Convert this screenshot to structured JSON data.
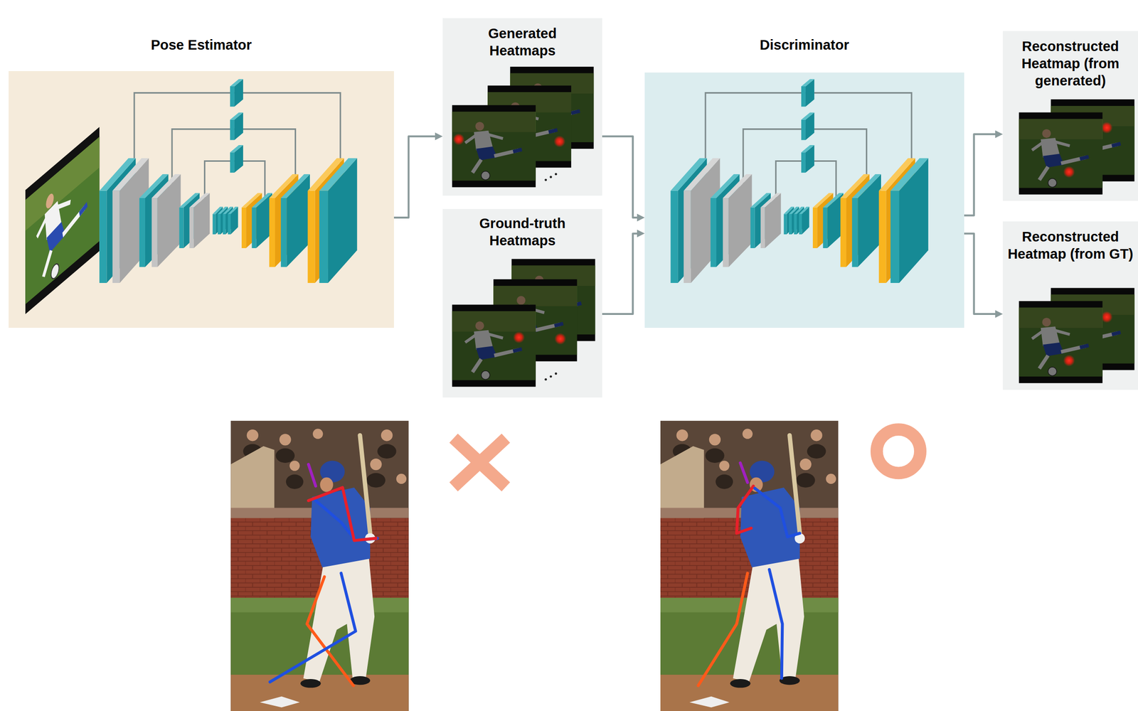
{
  "diagram": {
    "nodes": [
      {
        "text": [
          "Pose Estimator"
        ]
      },
      {
        "text": [
          "Generated Heatmaps"
        ]
      },
      {
        "text": [
          "Ground-truth Heatmaps"
        ]
      },
      {
        "text": [
          "Discriminator"
        ]
      },
      {
        "text": [
          "Reconstructed Heatmap (from generated)"
        ]
      },
      {
        "text": [
          "Reconstructed Heatmap (from GT)"
        ]
      }
    ],
    "edges": [
      {
        "from": 0,
        "to": 1,
        "arrow": "to"
      },
      {
        "from": 1,
        "to": 3,
        "arrow": "to"
      },
      {
        "from": 2,
        "to": 3,
        "arrow": "to"
      },
      {
        "from": 3,
        "to": 4,
        "arrow": "to"
      },
      {
        "from": 3,
        "to": 5,
        "arrow": "to"
      }
    ]
  }
}
